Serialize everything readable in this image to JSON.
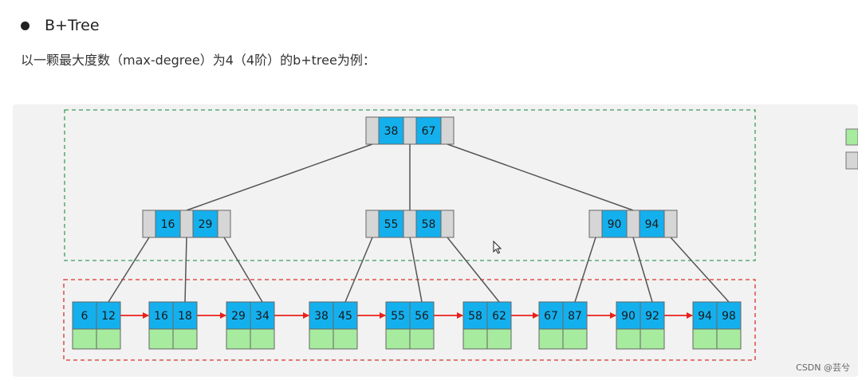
{
  "heading": {
    "title": "B+Tree"
  },
  "description": "以一颗最大度数（max-degree）为4（4阶）的b+tree为例：",
  "tree": {
    "root": [
      "38",
      "67"
    ],
    "internal": [
      [
        "16",
        "29"
      ],
      [
        "55",
        "58"
      ],
      [
        "90",
        "94"
      ]
    ],
    "leaves": [
      [
        "6",
        "12"
      ],
      [
        "16",
        "18"
      ],
      [
        "29",
        "34"
      ],
      [
        "38",
        "45"
      ],
      [
        "55",
        "56"
      ],
      [
        "58",
        "62"
      ],
      [
        "67",
        "87"
      ],
      [
        "90",
        "92"
      ],
      [
        "94",
        "98"
      ]
    ]
  },
  "colors": {
    "key": "#14b0ee",
    "pointer": "#d6d6d6",
    "data": "#a6eb9e",
    "link": "#e8211a",
    "edge": "#555555",
    "internal_box": "#3c9b5c",
    "leaf_box": "#d9312d",
    "canvas": "#f2f2f2"
  },
  "watermark": "CSDN @芸兮"
}
